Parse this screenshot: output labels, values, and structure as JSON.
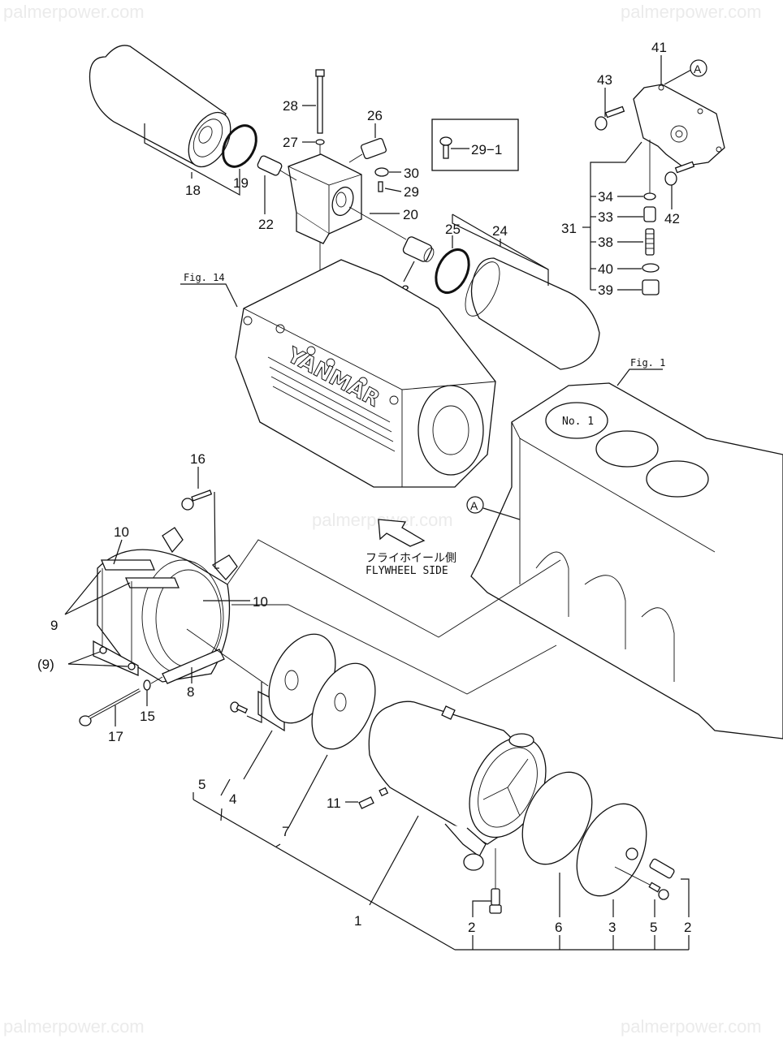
{
  "watermarks": {
    "top_left": "palmerpower.com",
    "top_right": "palmerpower.com",
    "center": "palmerpower.com",
    "bottom_left": "palmerpower.com",
    "bottom_right": "palmerpower.com"
  },
  "references": {
    "fig14": "Fig. 14",
    "fig1": "Fig. 1",
    "cylinder_no1": "No. 1",
    "callout_a_top": "A",
    "callout_a_block": "A",
    "brand": "YANMAR"
  },
  "direction": {
    "japanese": "フライホイール側",
    "english": "FLYWHEEL SIDE"
  },
  "inset_box": {
    "label": "29−1"
  },
  "part_labels": {
    "p1": "1",
    "p2a": "2",
    "p2b": "2",
    "p3": "3",
    "p4": "4",
    "p5a": "5",
    "p5b": "5",
    "p6": "6",
    "p7": "7",
    "p8": "8",
    "p9": "9",
    "p9b": "(9)",
    "p10a": "10",
    "p10b": "10",
    "p11": "11",
    "p15": "15",
    "p16": "16",
    "p17": "17",
    "p18": "18",
    "p19": "19",
    "p20": "20",
    "p22": "22",
    "p23": "23",
    "p24": "24",
    "p25": "25",
    "p26": "26",
    "p27": "27",
    "p28": "28",
    "p29": "29",
    "p30": "30",
    "p31": "31",
    "p33": "33",
    "p34": "34",
    "p38": "38",
    "p39": "39",
    "p40": "40",
    "p41": "41",
    "p42": "42",
    "p43": "43"
  }
}
